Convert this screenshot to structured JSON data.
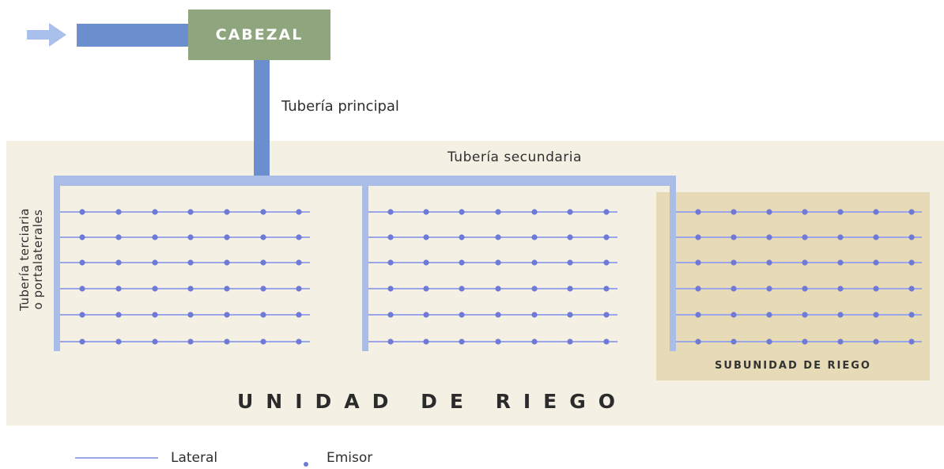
{
  "diagram": {
    "cabezal": "CABEZAL",
    "main_pipe": "Tubería principal",
    "secondary_pipe": "Tubería secundaria",
    "tertiary_pipe_line1": "Tubería terciaria",
    "tertiary_pipe_line2": "o portalaterales",
    "subunit": "SUBUNIDAD DE RIEGO",
    "unit": "UNIDAD DE RIEGO"
  },
  "legend": {
    "lateral": "Lateral",
    "emitter": "Emisor"
  },
  "colors": {
    "pipe": "#6b8fce",
    "secondary_pipe": "#a9bde6",
    "lateral_line": "#9aa6e8",
    "emitter": "#6f79d6",
    "cabezal_box": "#8ea57e",
    "unit_background": "#f4f1e4",
    "subunit_background": "#e6dbb6",
    "inlet_arrow": "#a9c0ea"
  }
}
